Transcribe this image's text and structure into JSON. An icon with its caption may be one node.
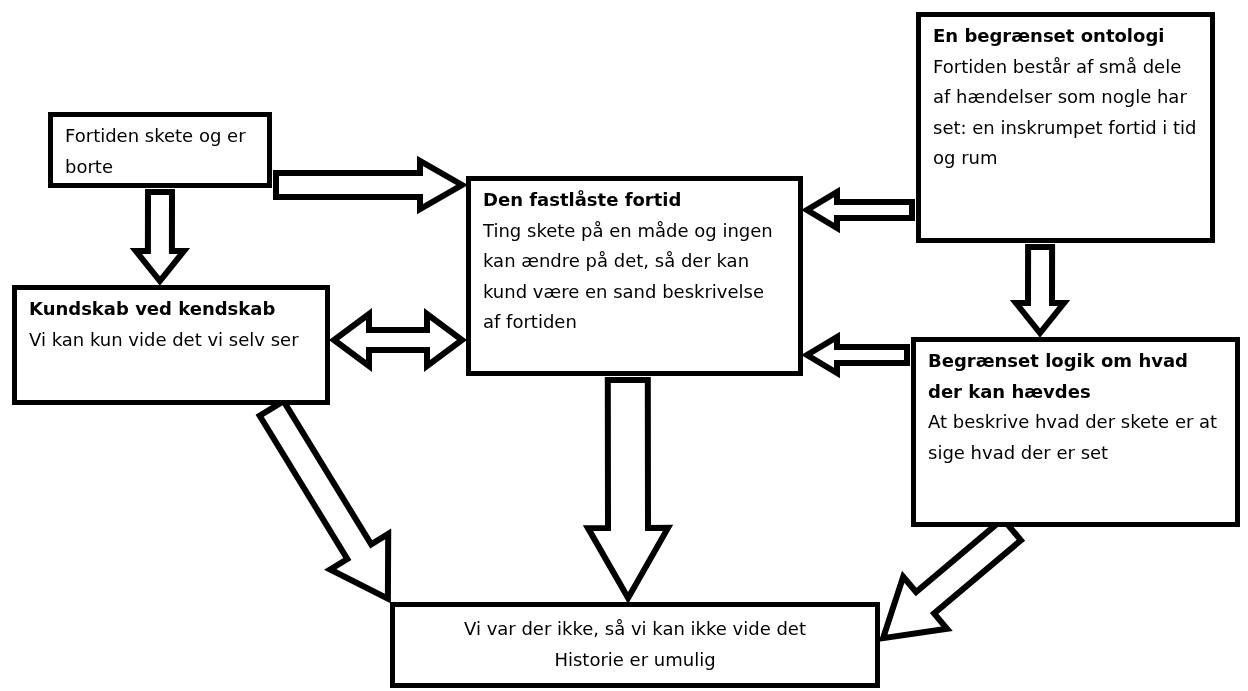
{
  "diagram": {
    "nodes": [
      {
        "text": [
          "Fortiden skete og er borte"
        ]
      },
      {
        "text": [
          "Den fastlåste fortid",
          "Ting skete på en måde og ingen kan ændre på det, så der kan kund være en sand beskrivelse af fortiden"
        ]
      },
      {
        "text": [
          "En begrænset ontologi",
          "Fortiden består af små dele af hændelser som nogle har set: en inskrumpet fortid i tid og rum"
        ]
      },
      {
        "text": [
          "Kundskab ved kendskab",
          "Vi kan kun vide det vi selv ser"
        ]
      },
      {
        "text": [
          "Begrænset logik om hvad der kan hævdes",
          "At beskrive hvad der skete er at sige hvad der er set"
        ]
      },
      {
        "text": [
          "Vi var der ikke,  så vi kan ikke vide det",
          "Historie er umulig"
        ]
      }
    ],
    "edges": [
      {
        "from": 0,
        "to": 1,
        "arrow": "to"
      },
      {
        "from": 0,
        "to": 3,
        "arrow": "to"
      },
      {
        "from": 2,
        "to": 1,
        "arrow": "to"
      },
      {
        "from": 2,
        "to": 4,
        "arrow": "to"
      },
      {
        "from": 3,
        "to": 1,
        "arrow": "both"
      },
      {
        "from": 4,
        "to": 1,
        "arrow": "to"
      },
      {
        "from": 3,
        "to": 5,
        "arrow": "to"
      },
      {
        "from": 1,
        "to": 5,
        "arrow": "to"
      },
      {
        "from": 4,
        "to": 5,
        "arrow": "to"
      }
    ]
  }
}
